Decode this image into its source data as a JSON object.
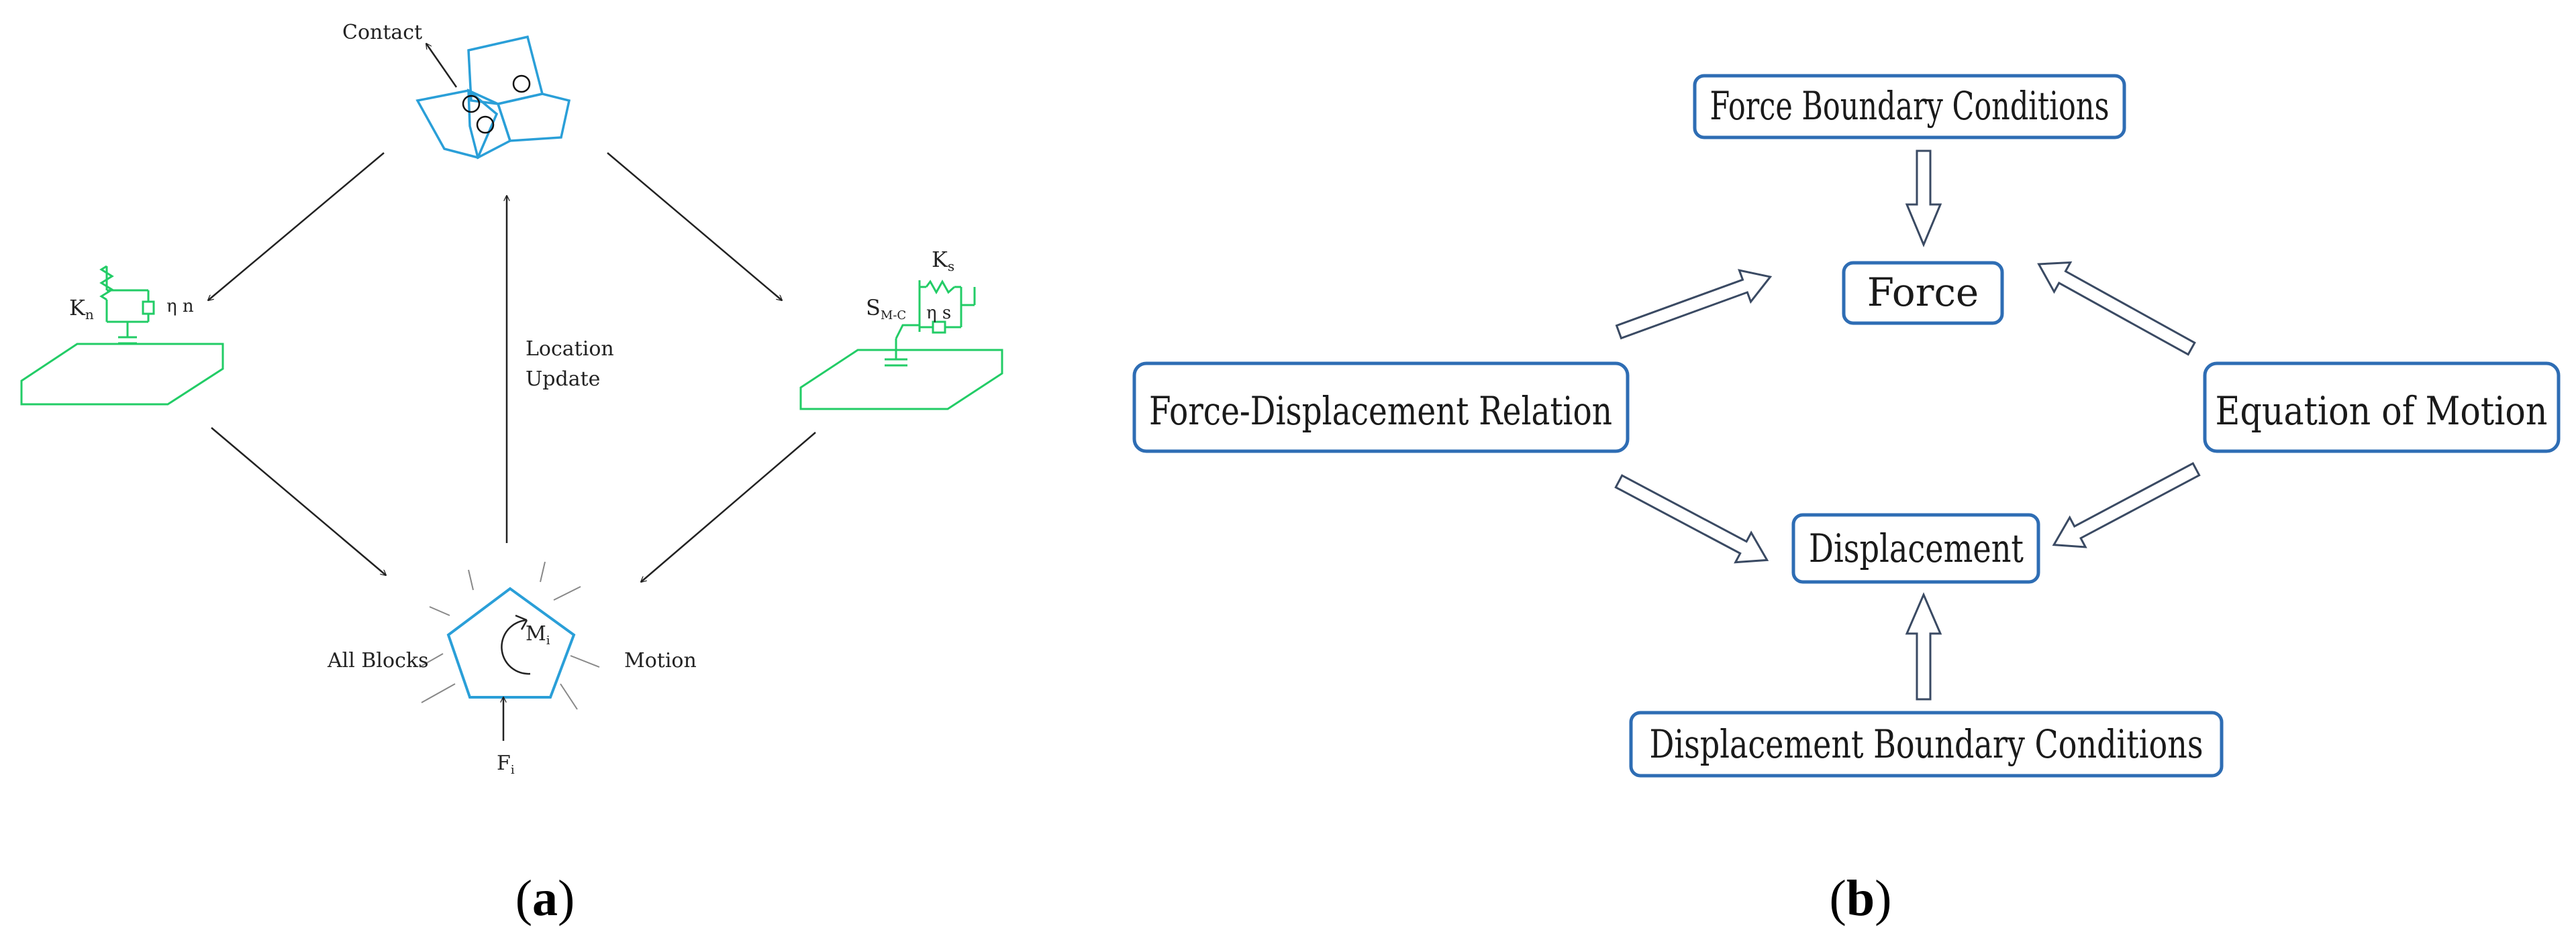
{
  "panel_a": {
    "contact_label": "Contact",
    "location_update_line1": "Location",
    "location_update_line2": "Update",
    "kn_main": "K",
    "kn_sub": "n",
    "eta_n": "η n",
    "ks_main": "K",
    "ks_sub": "s",
    "s_main": "S",
    "s_sub": "M-C",
    "eta_s": "η s",
    "all_blocks": "All Blocks",
    "motion": "Motion",
    "m_main": "M",
    "m_sub": "i",
    "f_main": "F",
    "f_sub": "i",
    "caption_open": "(",
    "caption_letter": "a",
    "caption_close": ")"
  },
  "panel_b": {
    "force_boundary": "Force Boundary Conditions",
    "force": "Force",
    "force_displacement": "Force-Displacement Relation",
    "equation_of_motion": "Equation of Motion",
    "displacement": "Displacement",
    "displacement_boundary": "Displacement Boundary Conditions",
    "caption_open": "(",
    "caption_letter": "b",
    "caption_close": ")"
  },
  "colors": {
    "block_blue": "#2a9fd8",
    "spring_green": "#22cc66",
    "box_border": "#2e6db4",
    "arrow_dark": "#222222",
    "hollow_arrow": "#3a4a63"
  }
}
